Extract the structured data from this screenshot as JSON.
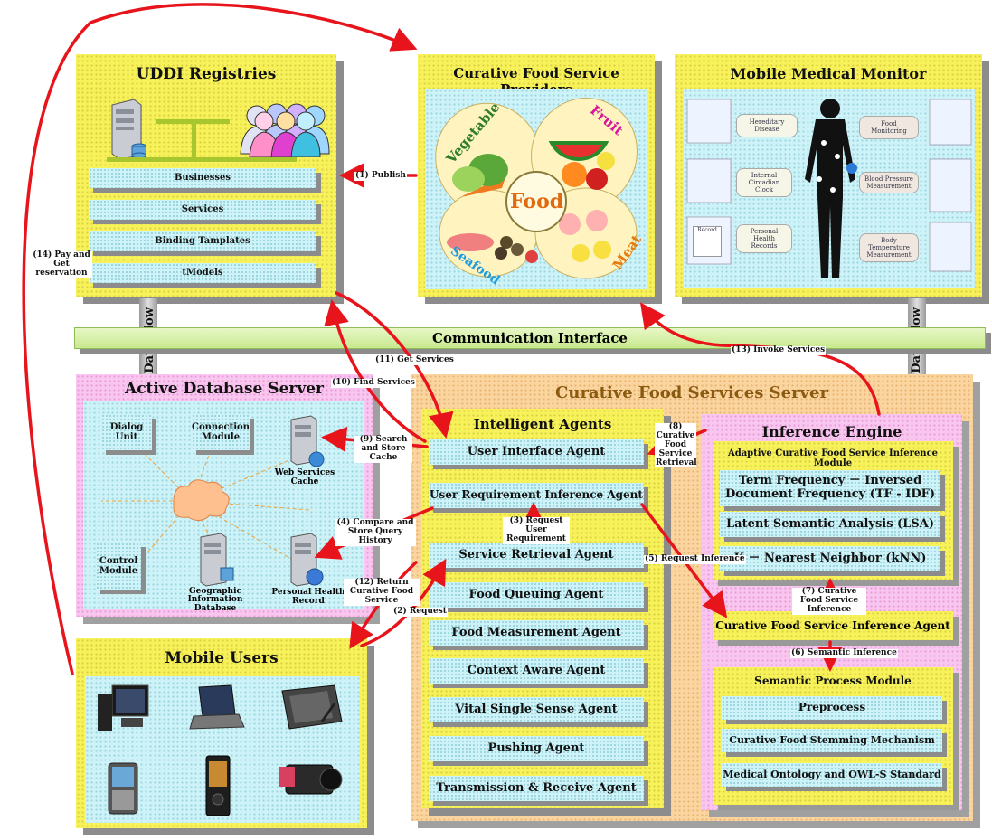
{
  "uddi": {
    "title": "UDDI Registries",
    "bars": [
      "Businesses",
      "Services",
      "Binding Tamplates",
      "tModels"
    ]
  },
  "providers": {
    "title": "Curative Food Service Providers",
    "center": "Food",
    "segments": [
      "Vegetable",
      "Fruit",
      "Seafood",
      "Meat"
    ]
  },
  "medical": {
    "title": "Mobile Medical Monitor",
    "callouts": [
      "Hereditary Disease",
      "Internal Circadian Clock",
      "Personal Health Records",
      "Food Monitoring",
      "Blood Pressure Measurement",
      "Body Temperature Measurement"
    ],
    "record_label": "Record"
  },
  "comm": {
    "title": "Communication Interface",
    "dataflow": "Data Flow"
  },
  "db": {
    "title": "Active Database Server",
    "items": [
      "Dialog Unit",
      "Connection Module",
      "Web Services Cache",
      "Control Module",
      "Geographic Information Database",
      "Personal Health Record"
    ]
  },
  "server": {
    "title": "Curative Food Services Server",
    "agents_title": "Intelligent Agents",
    "agents": [
      "User Interface Agent",
      "User Requirement Inference Agent",
      "Service Retrieval Agent",
      "Food Queuing Agent",
      "Food Measurement Agent",
      "Context Aware Agent",
      "Vital Single Sense Agent",
      "Pushing Agent",
      "Transmission & Receive Agent"
    ],
    "engine_title": "Inference Engine",
    "adaptive_title": "Adaptive Curative Food Service Inference Module",
    "adaptive_items": [
      "Term Frequency － Inversed Document Frequency (TF - IDF)",
      "Latent Semantic Analysis (LSA)",
      "K － Nearest Neighbor (kNN)"
    ],
    "inference_agent": "Curative Food Service Inference Agent",
    "semantic_title": "Semantic Process Module",
    "semantic_items": [
      "Preprocess",
      "Curative Food Stemming Mechanism",
      "Medical Ontology and OWL-S Standard"
    ]
  },
  "mobile": {
    "title": "Mobile Users"
  },
  "flows": {
    "f1": "(1) Publish",
    "f2": "(2) Request",
    "f3": "(3) Request User Requirement",
    "f4": "(4) Compare and Store Query History",
    "f5": "(5) Request Inference",
    "f6": "(6) Semantic Inference",
    "f7": "(7) Curative Food Service Inference",
    "f8": "(8) Curative Food Service Retrieval",
    "f9": "(9) Search and Store Cache",
    "f10": "(10)  Find Services",
    "f11": "(11) Get Services",
    "f12": "(12) Return Curative Food Service",
    "f13": "(13) Invoke Services",
    "f14": "(14) Pay and Get reservation"
  },
  "colors": {
    "arrow": "#e8141c",
    "panel_yellow": "#f7f15a",
    "panel_pink": "#f8c6ef",
    "panel_orange": "#fbd5a0",
    "inner_cyan": "#cdf3f8"
  }
}
